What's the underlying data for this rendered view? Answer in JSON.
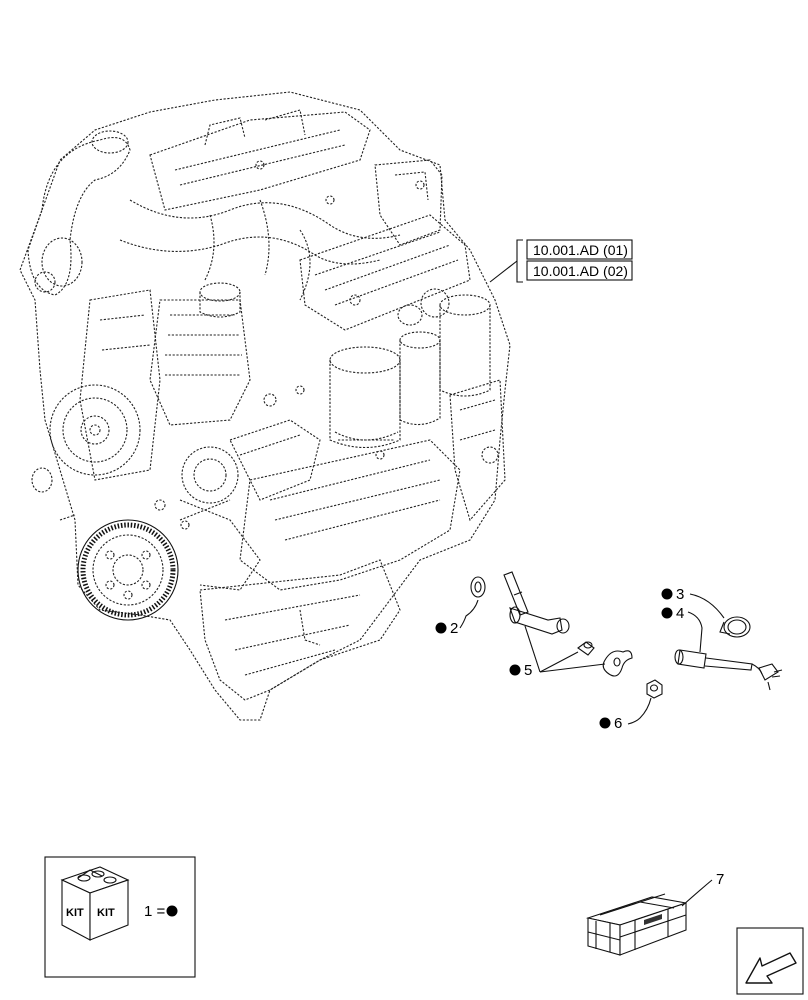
{
  "references": [
    {
      "id": "ref-1",
      "text": "10.001.AD (01)"
    },
    {
      "id": "ref-2",
      "text": "10.001.AD (02)"
    }
  ],
  "callouts": [
    {
      "id": "c2",
      "number": "2",
      "kit": true
    },
    {
      "id": "c3",
      "number": "3",
      "kit": true
    },
    {
      "id": "c4",
      "number": "4",
      "kit": true
    },
    {
      "id": "c5",
      "number": "5",
      "kit": true
    },
    {
      "id": "c6",
      "number": "6",
      "kit": true
    },
    {
      "id": "c7",
      "number": "7",
      "kit": false
    }
  ],
  "legend": {
    "kit_label_1": "KIT",
    "kit_label_2": "KIT",
    "equation": "1 ="
  },
  "icons": {
    "kit_box": "kit-box-icon",
    "crate": "wooden-crate-icon",
    "navigation": "navigation-arrow-icon"
  }
}
